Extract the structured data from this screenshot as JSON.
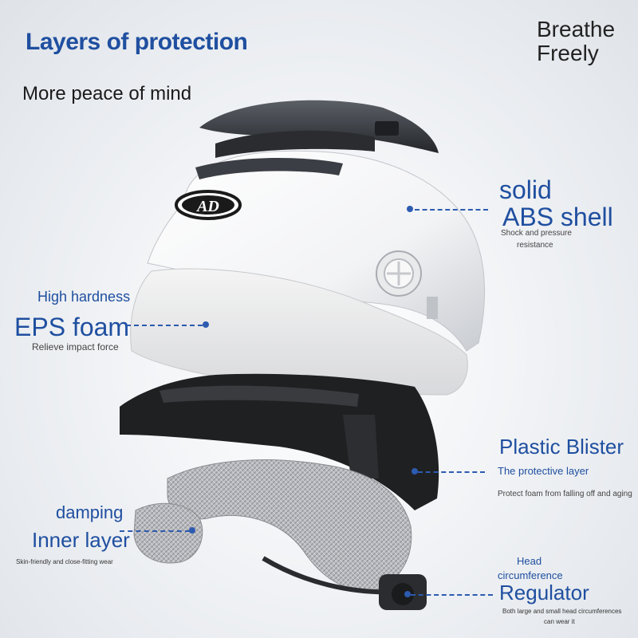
{
  "title": "Layers of protection",
  "subtitle": "More peace of mind",
  "tagline": [
    "Breathe",
    "Freely"
  ],
  "logo_text": "AD",
  "callouts": {
    "shell": {
      "line1": "solid",
      "line2": "ABS shell",
      "desc1": "Shock and pressure",
      "desc2": "resistance"
    },
    "eps": {
      "line1": "High hardness",
      "line2": "EPS foam",
      "desc": "Relieve impact force"
    },
    "blister": {
      "line1": "Plastic Blister",
      "line2": "The protective layer",
      "desc": "Protect foam from falling off and aging"
    },
    "damping": {
      "line1": "damping",
      "line2": "Inner layer",
      "desc": "Skin-friendly and close-fitting wear"
    },
    "regulator": {
      "line1": "Head",
      "line2": "circumference",
      "line3": "Regulator",
      "desc1": "Both large and small head circumferences",
      "desc2": "can wear it"
    }
  },
  "colors": {
    "accent": "#1f4fa0",
    "shell": "#f7f7f7",
    "visor": "#3a3d42",
    "liner": "#1d1d1f"
  }
}
